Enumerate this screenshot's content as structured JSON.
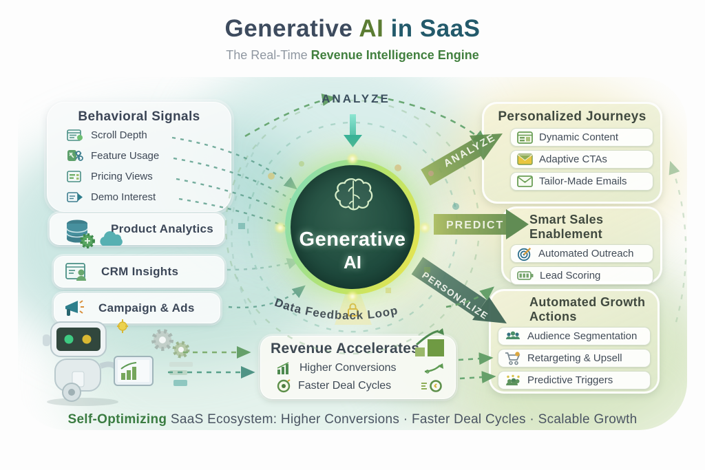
{
  "header": {
    "title": {
      "part1": "Generative",
      "part2": "AI",
      "part3": "in SaaS"
    },
    "subtitle": {
      "part1": "The Real-Time",
      "part2": "Revenue Intelligence Engine"
    }
  },
  "hub": {
    "line1": "Generative",
    "line2": "AI",
    "top_flow_label": "ANALYZE",
    "feedback_loop_label": "Data Feedback Loop"
  },
  "flow_arrows": {
    "analyze": "ANALYZE",
    "predict": "PREDICT",
    "personalize": "PERSONALIZE"
  },
  "left_column": {
    "behavioral_signals": {
      "title": "Behavioral Signals",
      "items": [
        {
          "label": "Scroll Depth",
          "icon": "scroll-depth-icon"
        },
        {
          "label": "Feature Usage",
          "icon": "feature-usage-icon"
        },
        {
          "label": "Pricing Views",
          "icon": "pricing-views-icon"
        },
        {
          "label": "Demo Interest",
          "icon": "demo-interest-icon"
        }
      ]
    },
    "source_panels": [
      {
        "label": "Product Analytics",
        "icon": "database-analytics-icon"
      },
      {
        "label": "CRM Insights",
        "icon": "crm-window-icon"
      },
      {
        "label": "Campaign & Ads",
        "icon": "megaphone-icon"
      }
    ]
  },
  "right_column": {
    "sections": [
      {
        "title": "Personalized Journeys",
        "items": [
          {
            "label": "Dynamic Content",
            "icon": "dynamic-content-icon"
          },
          {
            "label": "Adaptive CTAs",
            "icon": "adaptive-ctas-icon"
          },
          {
            "label": "Tailor-Made Emails",
            "icon": "tailor-made-emails-icon"
          }
        ]
      },
      {
        "title": "Smart Sales Enablement",
        "items": [
          {
            "label": "Automated Outreach",
            "icon": "target-pencil-icon"
          },
          {
            "label": "Lead Scoring",
            "icon": "lead-scoring-icon"
          }
        ]
      },
      {
        "title": "Automated Growth Actions",
        "items": [
          {
            "label": "Audience Segmentation",
            "icon": "audience-segmentation-icon"
          },
          {
            "label": "Retargeting & Upsell",
            "icon": "cart-icon"
          },
          {
            "label": "Predictive Triggers",
            "icon": "predictive-triggers-icon"
          }
        ]
      }
    ]
  },
  "revenue_panel": {
    "title": "Revenue Accelerates",
    "items": [
      {
        "label": "Higher Conversions",
        "icon": "bar-chart-icon"
      },
      {
        "label": "Faster Deal Cycles",
        "icon": "cycle-gauge-icon"
      }
    ]
  },
  "footer": {
    "part1": "Self-Optimizing",
    "part2": "SaaS Ecosystem: Higher Conversions · Faster Deal Cycles · Scalable Growth"
  },
  "colors": {
    "accent_green": "#5b7c33",
    "accent_teal": "#2e7f8c",
    "hub_glow": "#f0e44b",
    "hub_dark": "#1e4a3d",
    "dashed_teal": "#5fa08e",
    "dashed_green": "#6aa874"
  }
}
